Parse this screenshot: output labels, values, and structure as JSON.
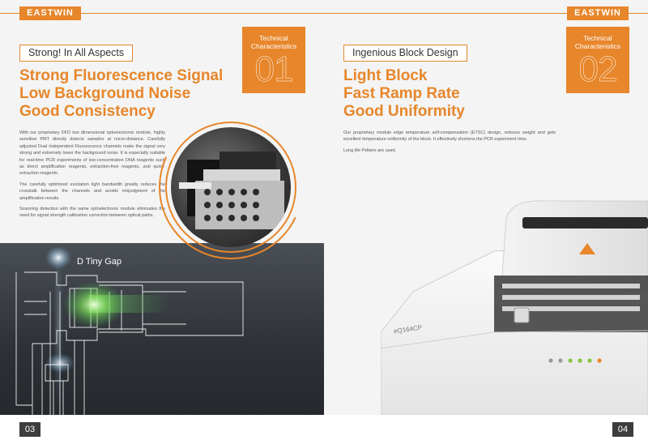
{
  "brand": "EASTWIN",
  "left": {
    "tag": "Strong!  In All Aspects",
    "badge_label": "Technical Characteristics",
    "badge_number": "01",
    "headline": [
      "Strong Fluorescence Signal",
      "Low Background Noise",
      "Good Consistency"
    ],
    "paragraphs": [
      "With our proprietary DFD two dimensional optoelectronic module, highly sensitive PMT directly detects samples at micro-distance. Carefully adjusted Dual Independent Fluorescence channels make the signal very strong and extremely lower the background noise. It is especially suitable for real-time PCR experiments of low-concentration DNA reagents such as direct amplification reagents, extraction-free reagents, and quick- extraction reagents.",
      "The carefully optimized excitation light bandwidth greatly reduces the crosstalk between the channels and avoids misjudgment of the amplification results.",
      "Scanning detection with the same optoelectronic module eliminates the need for signal strength calibration correction between optical paths."
    ],
    "diagram_label": "D  Tiny Gap",
    "page_number": "03"
  },
  "right": {
    "tag": "Ingenious Block Design",
    "badge_label": "Technical Characteristics",
    "badge_number": "02",
    "headline": [
      "Light Block",
      "Fast Ramp Rate",
      "Good Uniformity"
    ],
    "paragraphs": [
      "Our proprietary module edge temperature self-compensation (ETSC) design, reduces weight and gets excellent temperature uniformity of the block. It effectively shortens the PCR experiment time.",
      "Long life Peltiers are used."
    ],
    "device_model": "eQ164CP",
    "page_number": "04"
  },
  "colors": {
    "accent": "#e7862a",
    "dark": "#2e3237",
    "page_number_bg": "#3d3d3d"
  }
}
